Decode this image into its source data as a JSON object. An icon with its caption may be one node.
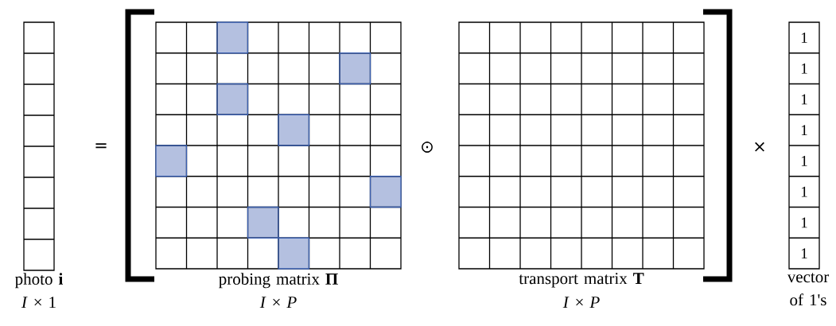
{
  "diagram": {
    "nodes": [
      {
        "text": [],
        "shape": "box",
        "beside": [
          "photo **i**",
          "*I* × 1"
        ]
      },
      {
        "text": [],
        "shape": "box",
        "beside": [
          "probing matrix **Π**",
          "*I* × *P*"
        ]
      },
      {
        "text": [],
        "shape": "box",
        "beside": [
          "transport matrix **T**",
          "*I* × *P*"
        ]
      },
      {
        "text": [
          "1",
          "1",
          "1",
          "1",
          "1",
          "1",
          "1",
          "1"
        ],
        "beside": [
          "vector of 1's"
        ]
      }
    ],
    "edges": [],
    "labels": [
      "=",
      "⊙",
      "×"
    ]
  }
}
